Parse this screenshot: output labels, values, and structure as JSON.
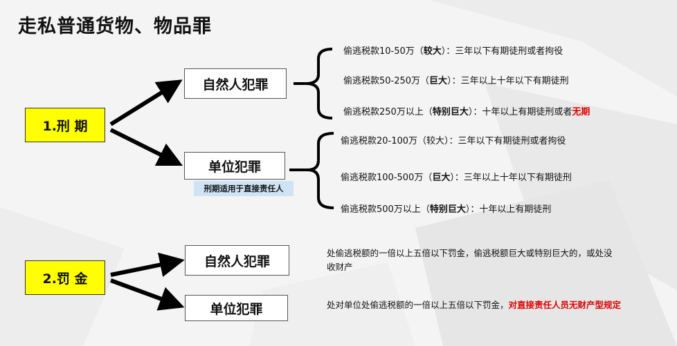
{
  "title": "走私普通货物、物品罪",
  "punishment_term": {
    "label": "1.刑 期",
    "natural_person": {
      "label": "自然人犯罪",
      "items": [
        {
          "pre": "偷逃税款10-50万（",
          "bold": "较大",
          "post": "）：三年以下有期徒刑或者拘役",
          "red": ""
        },
        {
          "pre": "偷逃税款50-250万（",
          "bold": "巨大",
          "post": "）：三年以上十年以下有期徒刑",
          "red": ""
        },
        {
          "pre": "偷逃税款250万以上（",
          "bold": "特别巨大",
          "post": "）：十年以上有期徒刑或者",
          "red": "无期"
        }
      ]
    },
    "unit": {
      "label": "单位犯罪",
      "note": "刑期适用于直接责任人",
      "items": [
        {
          "pre": "偷逃税款20-100万（较大）：三年以下有期徒刑或者拘役",
          "bold": "",
          "post": ""
        },
        {
          "pre": "偷逃税款100-500万（",
          "bold": "巨大",
          "post": "）：三年以上十年以下有期徒刑"
        },
        {
          "pre": "偷逃税款500万以上（",
          "bold": "特别巨大",
          "post": "）：十年以上有期徒刑"
        }
      ]
    }
  },
  "fine": {
    "label": "2.罚 金",
    "natural_person": {
      "label": "自然人犯罪",
      "text": "处偷逃税额的一倍以上五倍以下罚金，偷逃税额巨大或特别巨大的，或处没收财产"
    },
    "unit": {
      "label": "单位犯罪",
      "text": "处对单位处偷逃税额的一倍以上五倍以下罚金，",
      "red_text": "对直接责任人员无财产型规定"
    }
  },
  "colors": {
    "main_box": "#ffff00",
    "emphasis": "#e00000",
    "note_bg": "#cfe3f5"
  }
}
